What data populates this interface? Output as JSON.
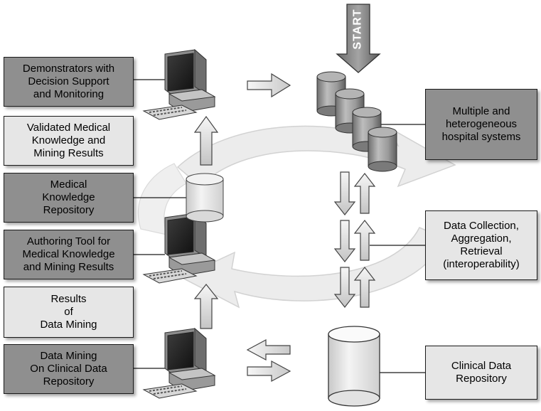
{
  "diagram": {
    "start_label": "START",
    "left_boxes": [
      {
        "text": "Demonstrators with\nDecision Support\nand Monitoring",
        "shade": "dark"
      },
      {
        "text": "Validated Medical\nKnowledge and\nMining Results",
        "shade": "light"
      },
      {
        "text": "Medical\nKnowledge\nRepository",
        "shade": "dark"
      },
      {
        "text": "Authoring Tool for\nMedical Knowledge\nand Mining Results",
        "shade": "dark"
      },
      {
        "text": "Results\nof\nData Mining",
        "shade": "light"
      },
      {
        "text": "Data Mining\nOn Clinical Data\nRepository",
        "shade": "dark"
      }
    ],
    "right_boxes": [
      {
        "text": "Multiple and\nheterogeneous\nhospital systems",
        "shade": "dark"
      },
      {
        "text": "Data Collection,\nAggregation,\nRetrieval\n(interoperability)",
        "shade": "light"
      },
      {
        "text": "Clinical Data\nRepository",
        "shade": "light"
      }
    ]
  }
}
